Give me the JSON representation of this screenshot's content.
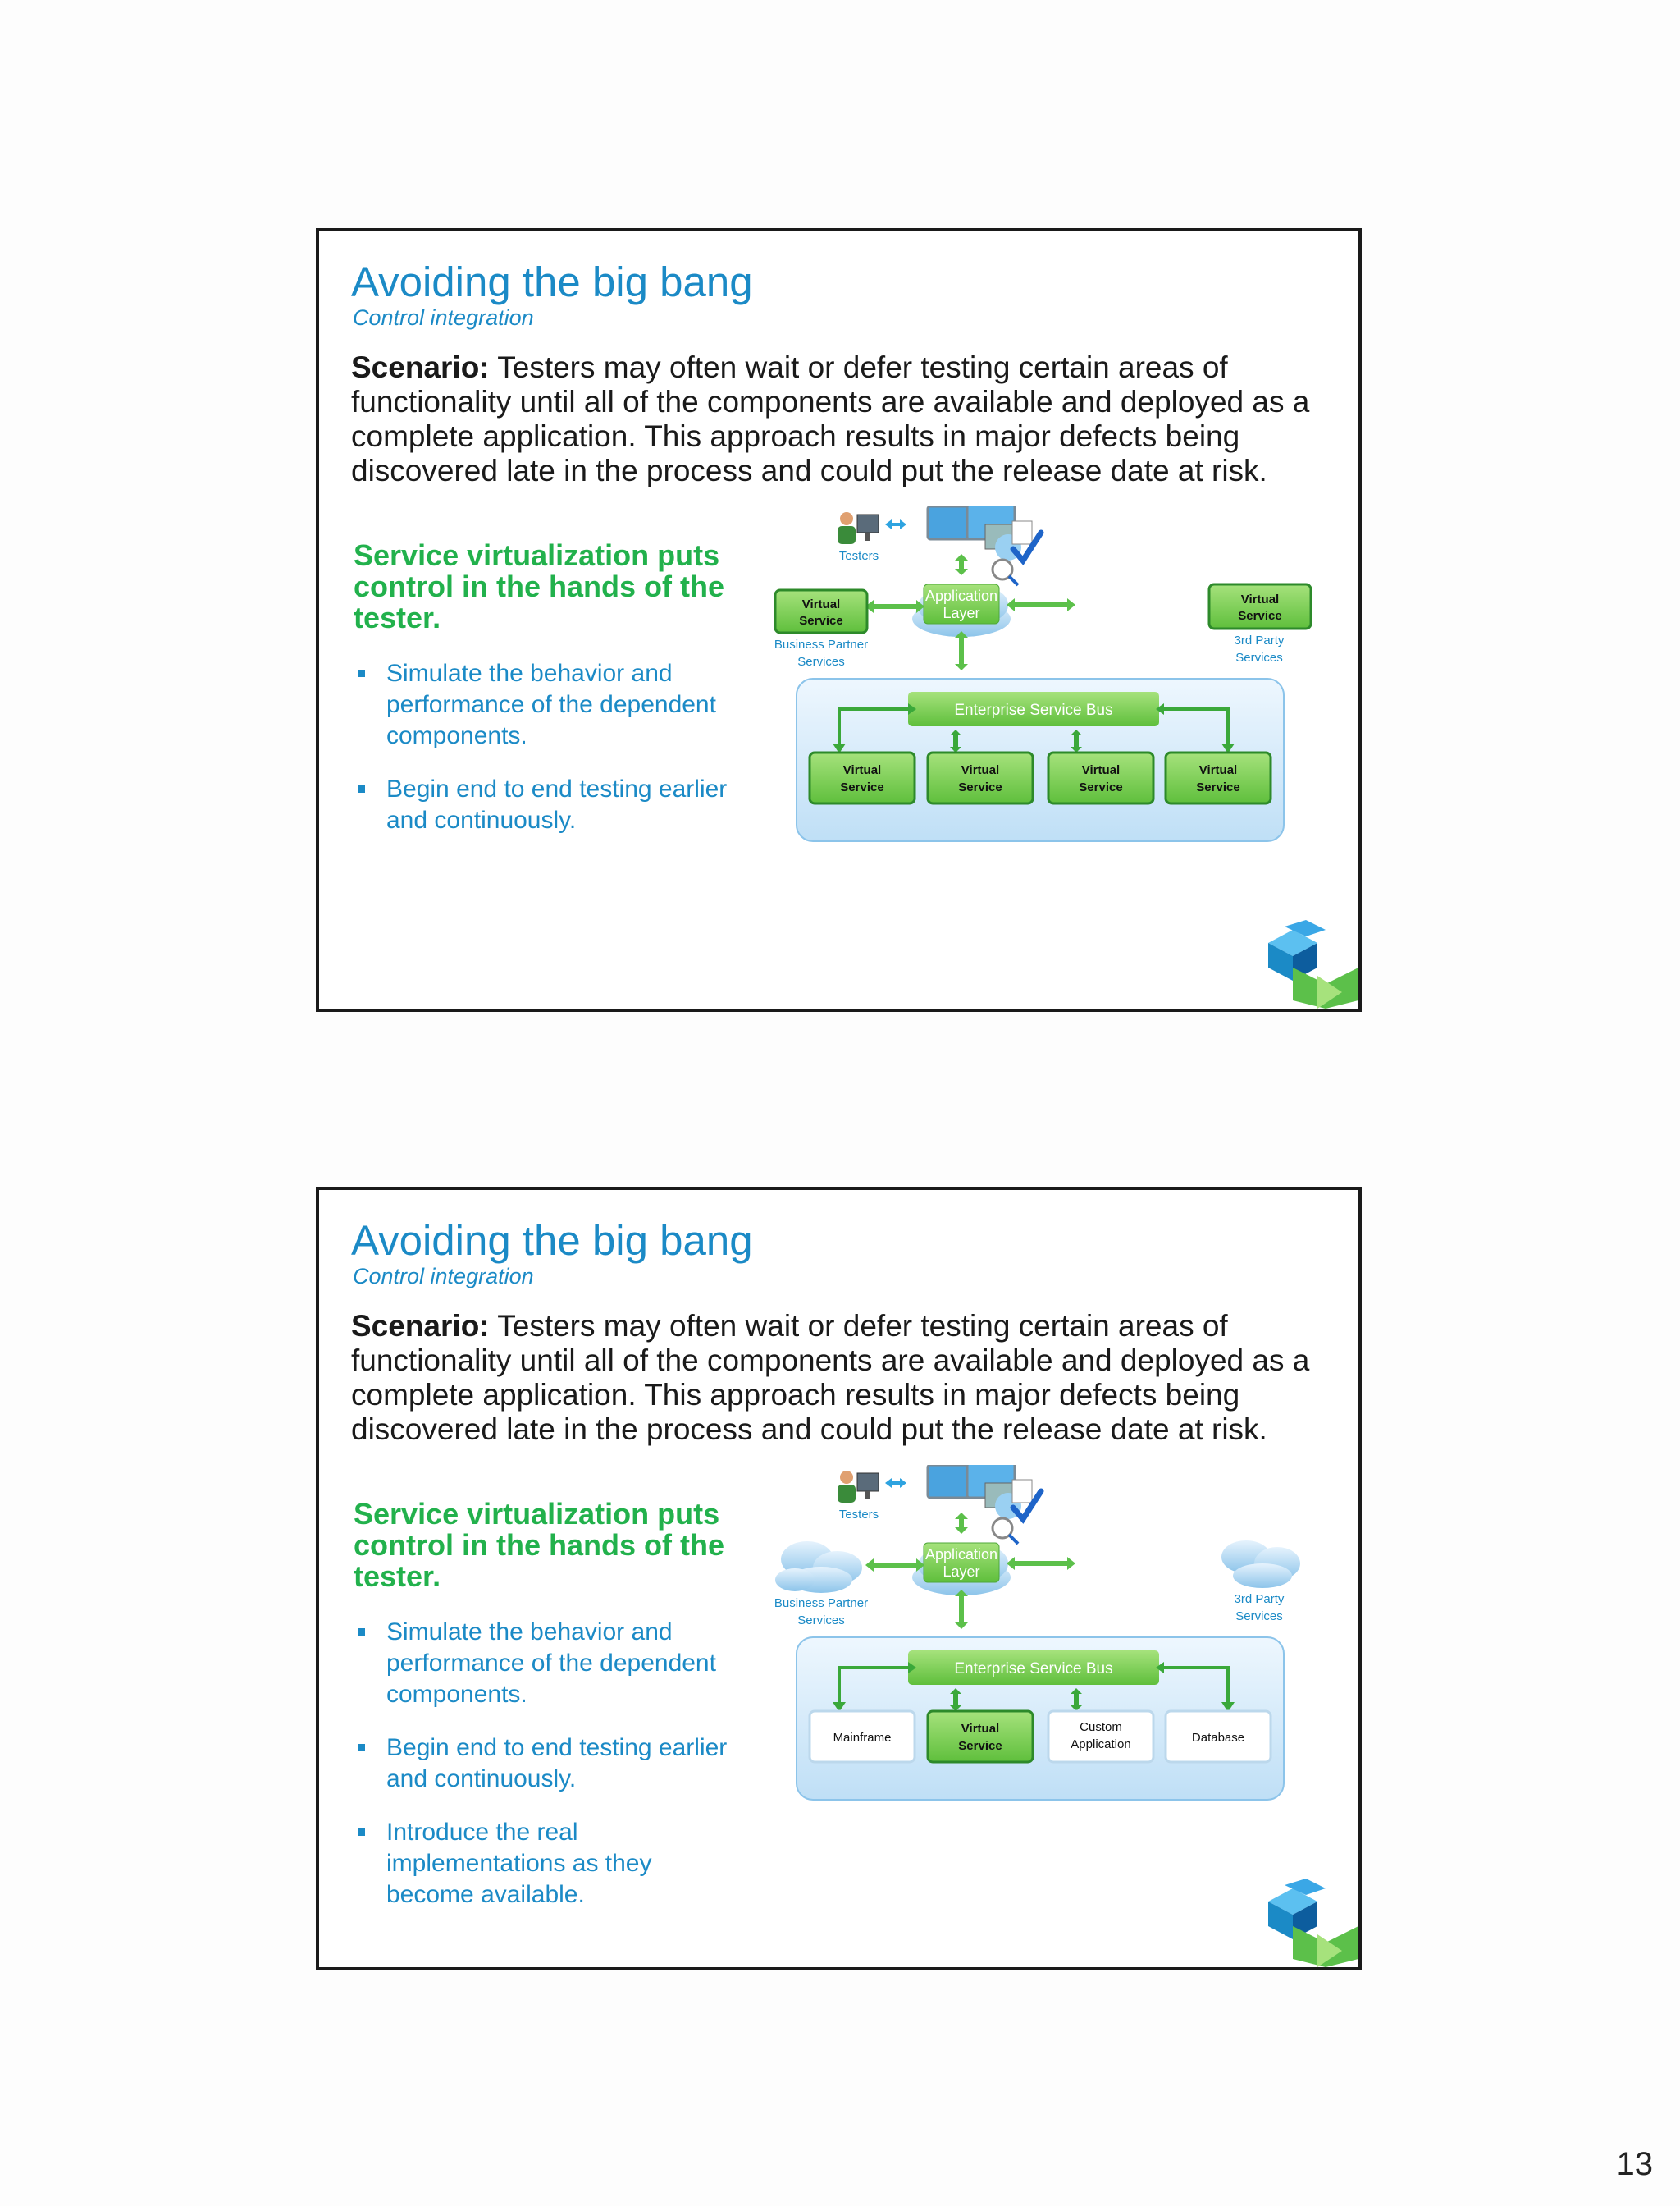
{
  "page_number": "13",
  "slides": [
    {
      "title": "Avoiding the big bang",
      "subtitle": "Control integration",
      "scenario_label": "Scenario:",
      "scenario_text": " Testers may often wait or defer testing certain areas of functionality until all of the components are available and deployed as a complete application. This approach results in major defects being discovered late in the process and could put the release date at risk.",
      "callout": "Service virtualization puts control in the hands of the tester.",
      "bullets": [
        "Simulate the behavior and performance of the dependent components.",
        "Begin end to end testing earlier and continuously."
      ],
      "diagram": {
        "testers_label": "Testers",
        "app_layer_line1": "Application",
        "app_layer_line2": "Layer",
        "left_box_line1": "Virtual",
        "left_box_line2": "Service",
        "left_caption_line1": "Business Partner",
        "left_caption_line2": "Services",
        "right_box_line1": "Virtual",
        "right_box_line2": "Service",
        "right_caption_line1": "3rd Party",
        "right_caption_line2": "Services",
        "esb_label": "Enterprise Service Bus",
        "bottom_boxes": [
          {
            "line1": "Virtual",
            "line2": "Service",
            "style": "green"
          },
          {
            "line1": "Virtual",
            "line2": "Service",
            "style": "green"
          },
          {
            "line1": "Virtual",
            "line2": "Service",
            "style": "green"
          },
          {
            "line1": "Virtual",
            "line2": "Service",
            "style": "green"
          }
        ]
      }
    },
    {
      "title": "Avoiding the big bang",
      "subtitle": "Control integration",
      "scenario_label": "Scenario:",
      "scenario_text": " Testers may often wait or defer testing certain areas of functionality until all of the components are available and deployed as a complete application. This approach results in major defects being discovered late in the process and could put the release date at risk.",
      "callout": "Service virtualization puts control in the hands of the tester.",
      "bullets": [
        "Simulate the behavior and performance of the dependent components.",
        "Begin end to end testing earlier and continuously.",
        "Introduce the real implementations as they become available."
      ],
      "diagram": {
        "testers_label": "Testers",
        "app_layer_line1": "Application",
        "app_layer_line2": "Layer",
        "left_caption_line1": "Business Partner",
        "left_caption_line2": "Services",
        "right_caption_line1": "3rd Party",
        "right_caption_line2": "Services",
        "esb_label": "Enterprise Service Bus",
        "bottom_boxes": [
          {
            "line1": "Mainframe",
            "line2": "",
            "style": "white"
          },
          {
            "line1": "Virtual",
            "line2": "Service",
            "style": "green"
          },
          {
            "line1": "Custom",
            "line2": "Application",
            "style": "white"
          },
          {
            "line1": "Database",
            "line2": "",
            "style": "white"
          }
        ]
      }
    }
  ],
  "colors": {
    "title_blue": "#1b8ac6",
    "accent_green": "#22b14c",
    "box_green": "#7ed05a",
    "bus_blue": "#d8ecfa"
  },
  "icons": [
    "tester-person-icon",
    "computer-devices-icon",
    "checkmark-icon",
    "cloud-icon",
    "company-logo-icon"
  ]
}
